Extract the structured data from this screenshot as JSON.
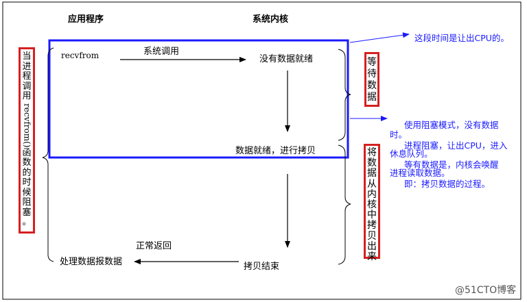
{
  "headers": {
    "app": "应用程序",
    "kernel": "系统内核"
  },
  "flow": {
    "recvfrom": "recvfrom",
    "syscall": "系统调用",
    "no_data": "没有数据就绪",
    "data_ready": "数据就绪，进行拷贝",
    "normal_return": "正常返回",
    "process_data": "处理数据报数据",
    "copy_done": "拷贝结束"
  },
  "left_note": [
    "当",
    "进",
    "程",
    "调",
    "用",
    "recvfrom()",
    "函",
    "数",
    "的",
    "时",
    "候",
    "阻",
    "塞",
    "。"
  ],
  "wait_note": [
    "等",
    "待",
    "数",
    "据"
  ],
  "copy_note": [
    "将",
    "数",
    "据",
    "从",
    "内",
    "核",
    "中",
    "拷",
    "贝",
    "出",
    "来"
  ],
  "annotations": {
    "cpu_yield": "这段时间是让出CPU的。",
    "blocking": [
      "使用阻塞模式，没有数据",
      "时。",
      "进程阻塞，让出CPU，进入",
      "休息队列。",
      "等有数据是，内核会唤醒",
      "进程读取数据。",
      "即：拷贝数据的过程。"
    ]
  },
  "watermark": "@51CTO博客",
  "colors": {
    "highlight_red": "#d42020",
    "annotation_blue": "#1a1aff",
    "frame": "#000000"
  }
}
